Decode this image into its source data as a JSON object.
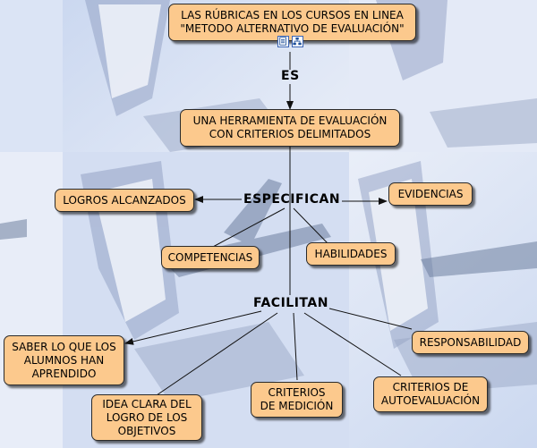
{
  "colors": {
    "node_fill": "#fcc98d",
    "node_border": "#2a2a2a",
    "link": "#111111"
  },
  "nodes": {
    "title": "LAS RÚBRICAS EN LOS CURSOS EN LINEA\n\"METODO ALTERNATIVO DE EVALUACIÓN\"",
    "herramienta": "UNA HERRAMIENTA DE EVALUACIÓN\nCON CRITERIOS DELIMITADOS",
    "logros": "LOGROS ALCANZADOS",
    "evidencias": "EVIDENCIAS",
    "competencias": "COMPETENCIAS",
    "habilidades": "HABILIDADES",
    "saber": "SABER LO QUE LOS\nALUMNOS HAN\nAPRENDIDO",
    "idea": "IDEA CLARA DEL\nLOGRO DE LOS\nOBJETIVOS",
    "criterios_medicion": "CRITERIOS\nDE  MEDICIÓN",
    "criterios_auto": "CRITERIOS DE\nAUTOEVALUACIÓN",
    "responsabilidad": "RESPONSABILIDAD"
  },
  "link_labels": {
    "es": "ES",
    "especifican": "ESPECIFICAN",
    "facilitan": "FACILITAN"
  },
  "icons": [
    "document-icon",
    "hierarchy-icon"
  ]
}
